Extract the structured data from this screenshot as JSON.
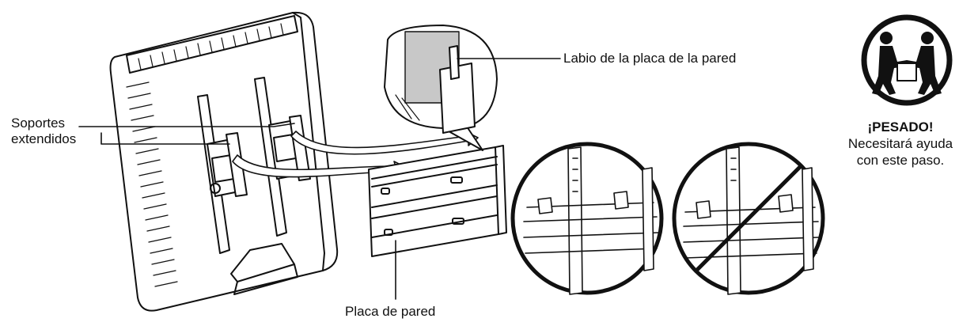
{
  "labels": {
    "brackets_line1": "Soportes",
    "brackets_line2": "extendidos",
    "lip": "Labio de la placa de la pared",
    "wall_plate": "Placa de pared"
  },
  "warning": {
    "title": "¡PESADO!",
    "line1": "Necesitará ayuda",
    "line2": "con este paso."
  },
  "icons": [
    "two-person-lift-icon",
    "prohibited-icon"
  ]
}
